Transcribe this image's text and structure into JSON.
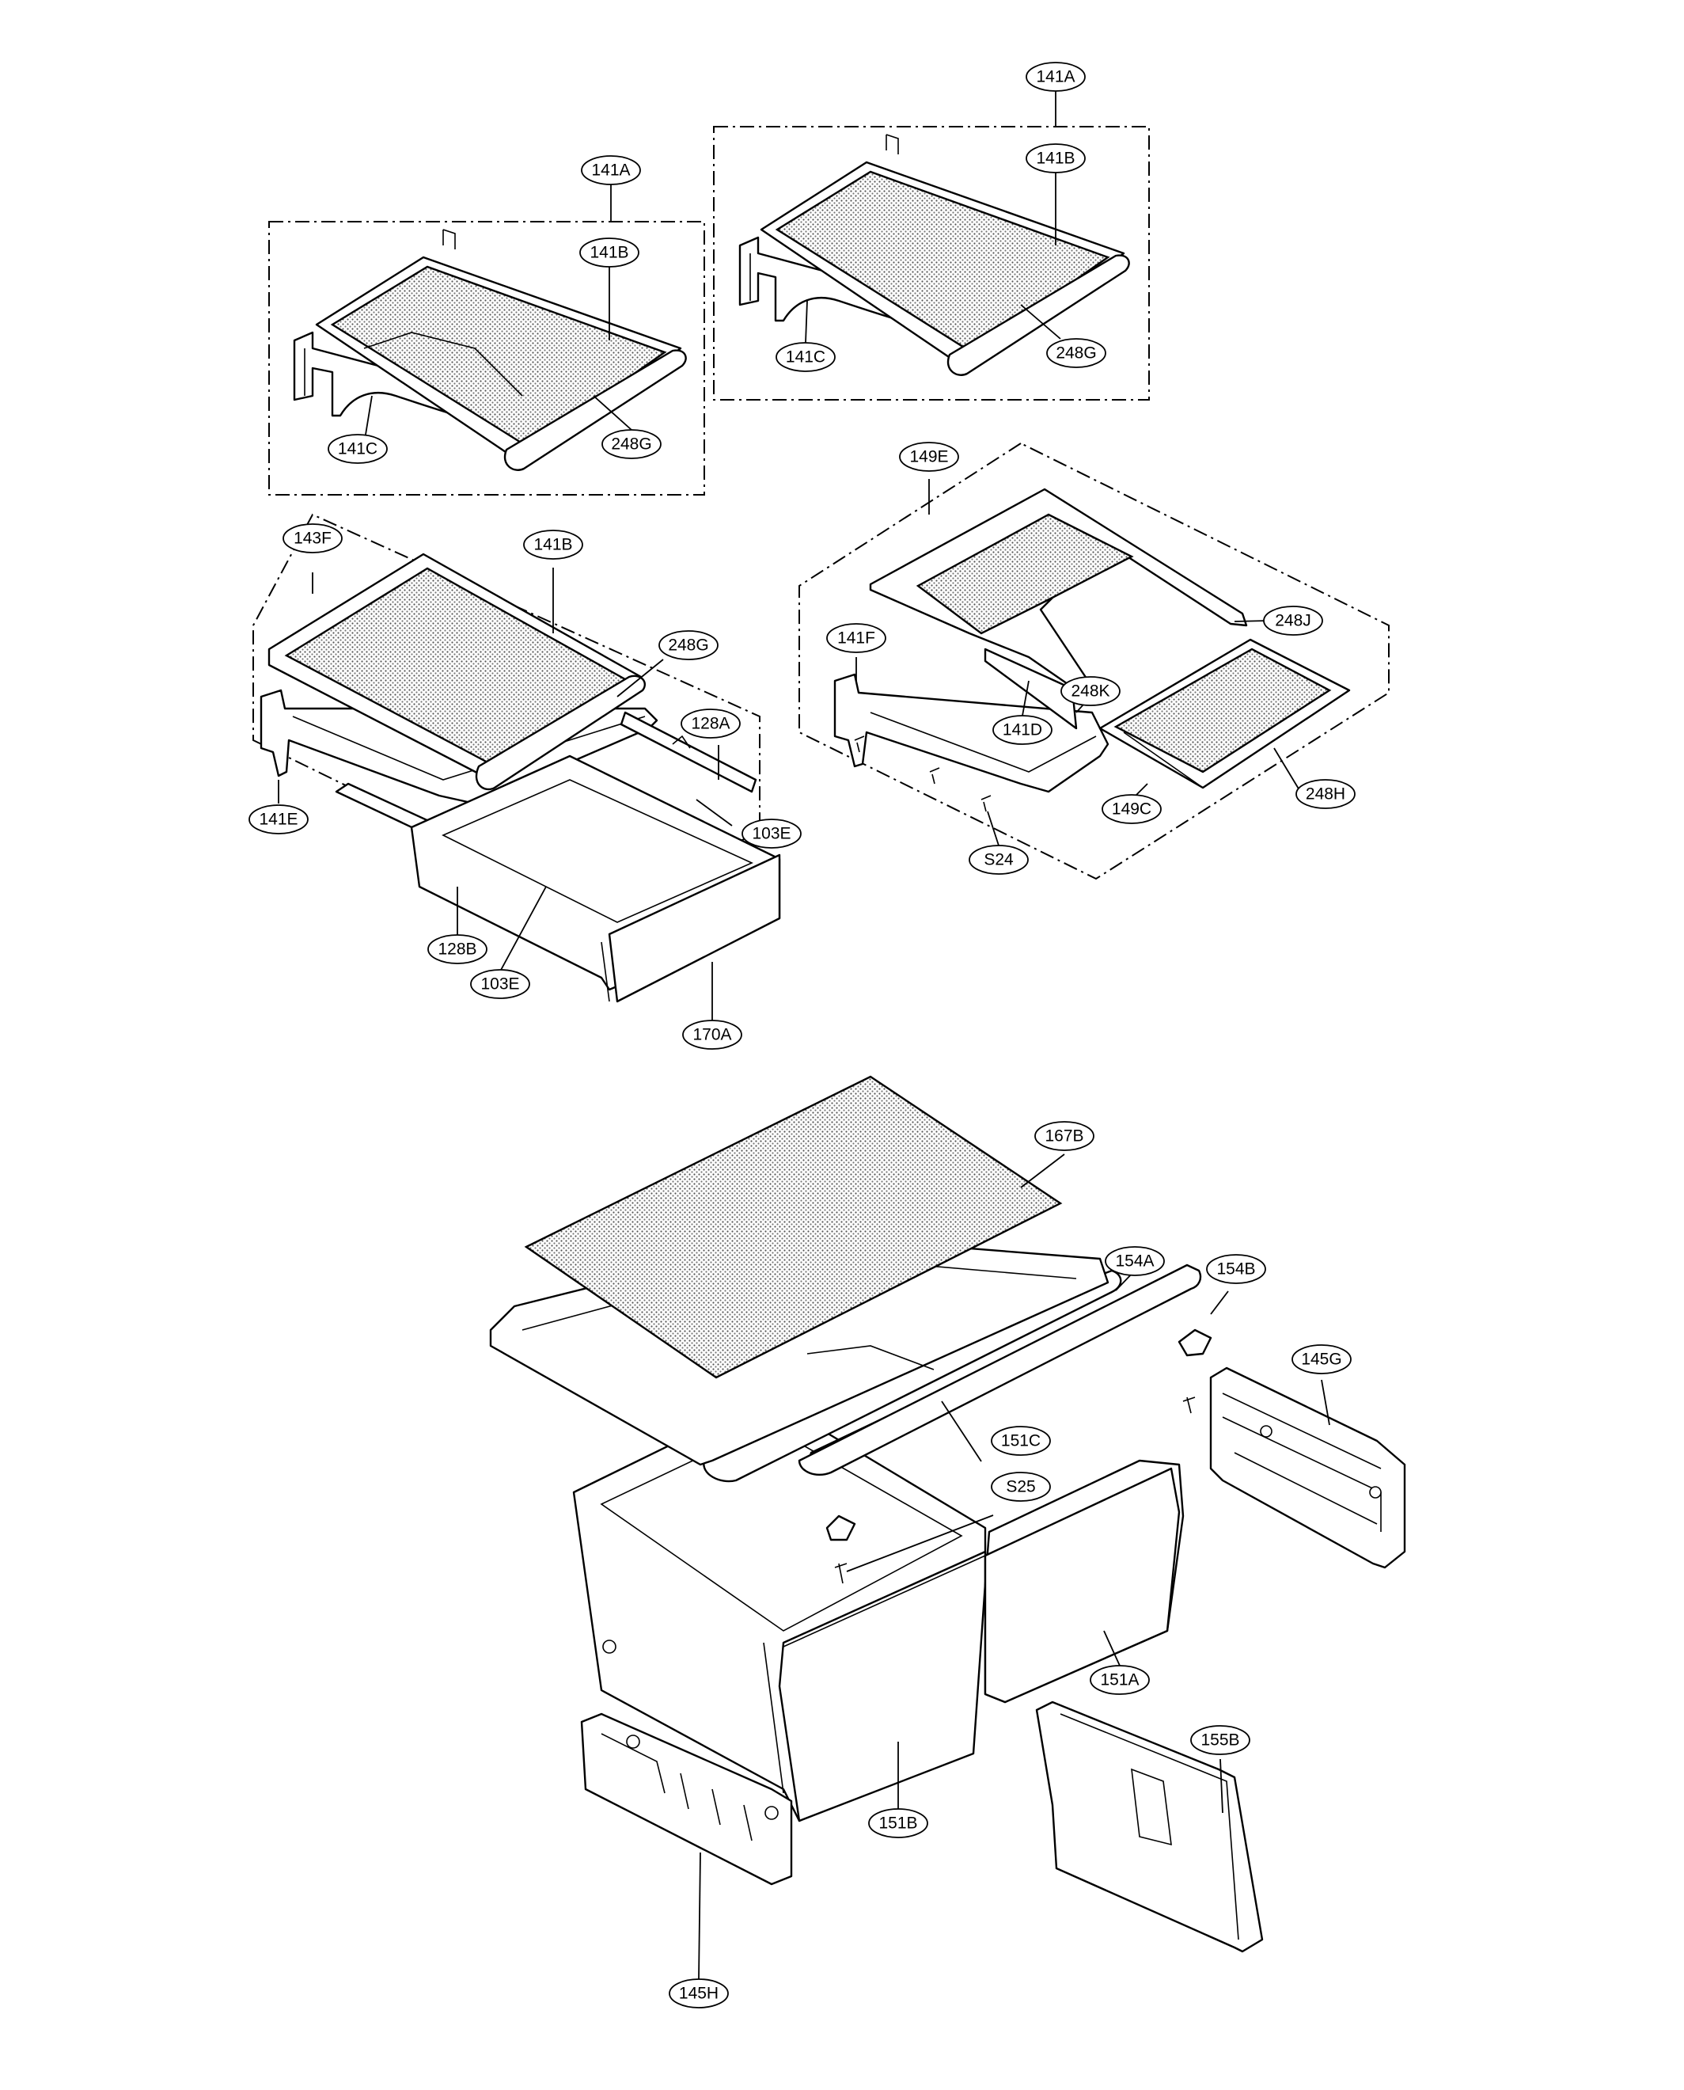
{
  "callouts": {
    "c01": "141A",
    "c02": "141B",
    "c03": "141C",
    "c04": "248G",
    "c05": "141A",
    "c06": "141B",
    "c07": "141C",
    "c08": "248G",
    "c09": "143F",
    "c10": "141B",
    "c11": "248G",
    "c12": "128A",
    "c13": "141E",
    "c14": "103E",
    "c15": "128B",
    "c16": "103E",
    "c17": "170A",
    "c18": "149E",
    "c19": "248J",
    "c20": "141F",
    "c21": "248K",
    "c22": "141D",
    "c23": "149C",
    "c24": "248H",
    "c25": "S24",
    "c26": "167B",
    "c27": "154A",
    "c28": "154B",
    "c29": "145G",
    "c30": "151C",
    "c31": "S25",
    "c32": "151A",
    "c33": "155B",
    "c34": "151B",
    "c35": "145H"
  }
}
